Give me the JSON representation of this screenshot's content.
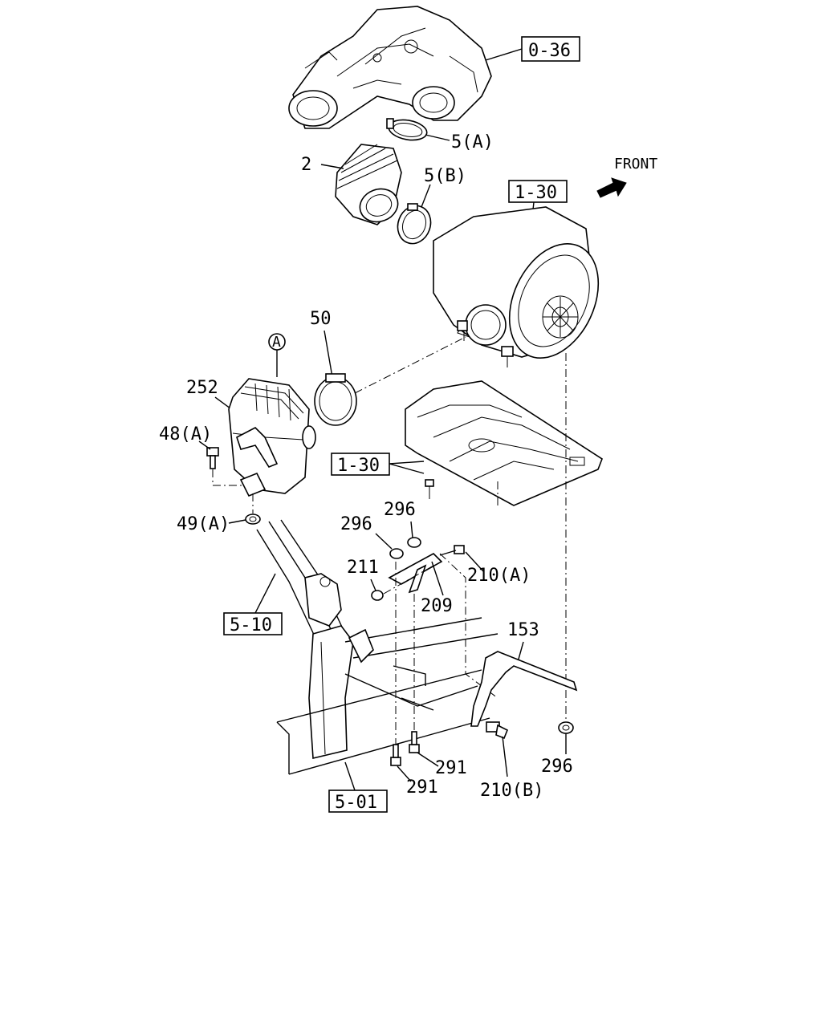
{
  "labels": {
    "ref_0_36": "0-36",
    "part_5a": "5(A)",
    "part_2": "2",
    "part_5b": "5(B)",
    "front": "FRONT",
    "ref_1_30_top": "1-30",
    "part_50": "50",
    "callout_a": "A",
    "part_252": "252",
    "part_48a": "48(A)",
    "ref_1_30_mid": "1-30",
    "part_49a": "49(A)",
    "part_296_a": "296",
    "part_296_b": "296",
    "part_211": "211",
    "part_210a": "210(A)",
    "part_209": "209",
    "ref_5_10": "5-10",
    "part_153": "153",
    "part_296_c": "296",
    "part_291_a": "291",
    "part_291_b": "291",
    "part_210b": "210(B)",
    "ref_5_01": "5-01"
  },
  "icons": {
    "front_arrow": "front-arrow-icon"
  }
}
